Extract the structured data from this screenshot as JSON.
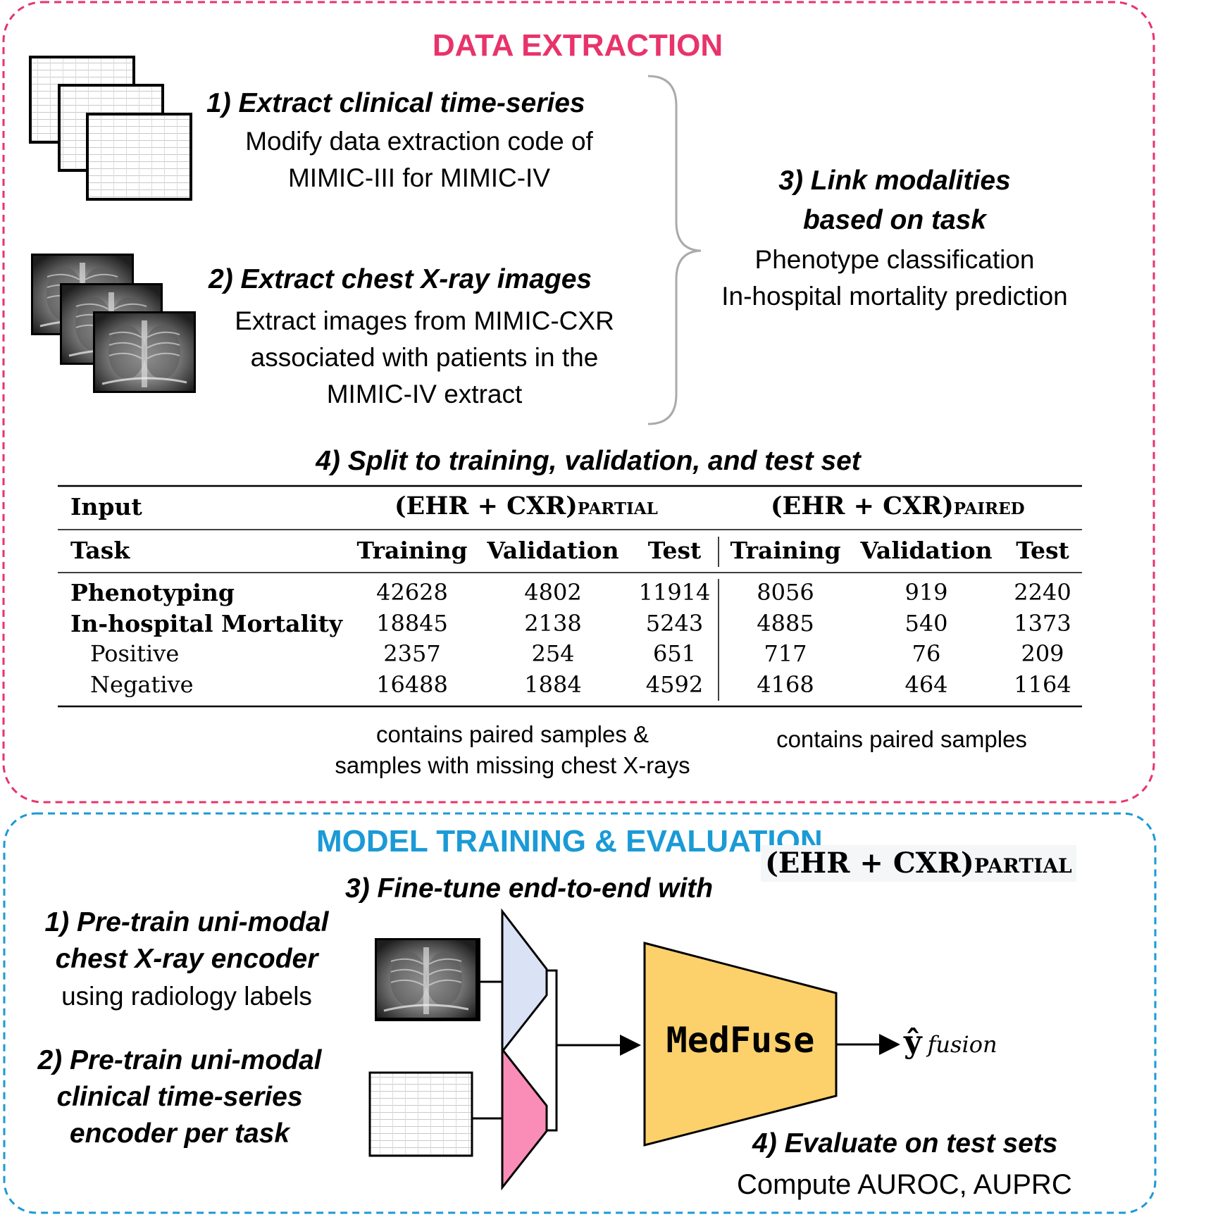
{
  "top_section": {
    "title": "DATA EXTRACTION",
    "color": "#e8336b",
    "step1": {
      "title": "1) Extract clinical time-series",
      "desc_line1": "Modify data extraction code of",
      "desc_line2": "MIMIC-III for MIMIC-IV"
    },
    "step2": {
      "title": "2) Extract chest X-ray images",
      "desc_line1": "Extract images from MIMIC-CXR",
      "desc_line2": "associated with patients in the",
      "desc_line3": "MIMIC-IV extract"
    },
    "step3": {
      "title_line1": "3) Link modalities",
      "title_line2": "based on task",
      "desc_line1": "Phenotype classification",
      "desc_line2": "In-hospital mortality prediction"
    },
    "step4": {
      "title": "4) Split to training, validation, and test set"
    },
    "table": {
      "input_label": "Input",
      "task_label": "Task",
      "group_partial_main": "(EHR + CXR)",
      "group_partial_sub": "PARTIAL",
      "group_paired_main": "(EHR + CXR)",
      "group_paired_sub": "PAIRED",
      "columns": [
        "Training",
        "Validation",
        "Test",
        "Training",
        "Validation",
        "Test"
      ],
      "rows": [
        {
          "label": "Phenotyping",
          "bold": true,
          "values": [
            "42628",
            "4802",
            "11914",
            "8056",
            "919",
            "2240"
          ]
        },
        {
          "label": "In-hospital Mortality",
          "bold": true,
          "values": [
            "18845",
            "2138",
            "5243",
            "4885",
            "540",
            "1373"
          ]
        },
        {
          "label": "Positive",
          "bold": false,
          "values": [
            "2357",
            "254",
            "651",
            "717",
            "76",
            "209"
          ]
        },
        {
          "label": "Negative",
          "bold": false,
          "values": [
            "16488",
            "1884",
            "4592",
            "4168",
            "464",
            "1164"
          ]
        }
      ]
    },
    "note_partial_line1": "contains paired samples &",
    "note_partial_line2": "samples with missing chest X-rays",
    "note_paired": "contains paired samples"
  },
  "bottom_section": {
    "title": "MODEL TRAINING & EVALUATION",
    "color": "#1a9ad6",
    "finetune_label": "3) Fine-tune end-to-end with",
    "finetune_data_main": "(EHR + CXR)",
    "finetune_data_sub": "PARTIAL",
    "step1": {
      "line1": "1) Pre-train uni-modal",
      "line2": "chest X-ray encoder",
      "line3": "using radiology labels"
    },
    "step2": {
      "line1": "2) Pre-train uni-modal",
      "line2": "clinical time-series",
      "line3": "encoder per task"
    },
    "fusion_label": "MedFuse",
    "output_main": "ŷ",
    "output_sub": "fusion",
    "step4": {
      "title": "4) Evaluate on test sets",
      "desc": "Compute AUROC, AUPRC"
    },
    "cxr_encoder_color": "#dae3f5",
    "ehr_encoder_color": "#f98db8",
    "fusion_color": "#fcd16c"
  }
}
